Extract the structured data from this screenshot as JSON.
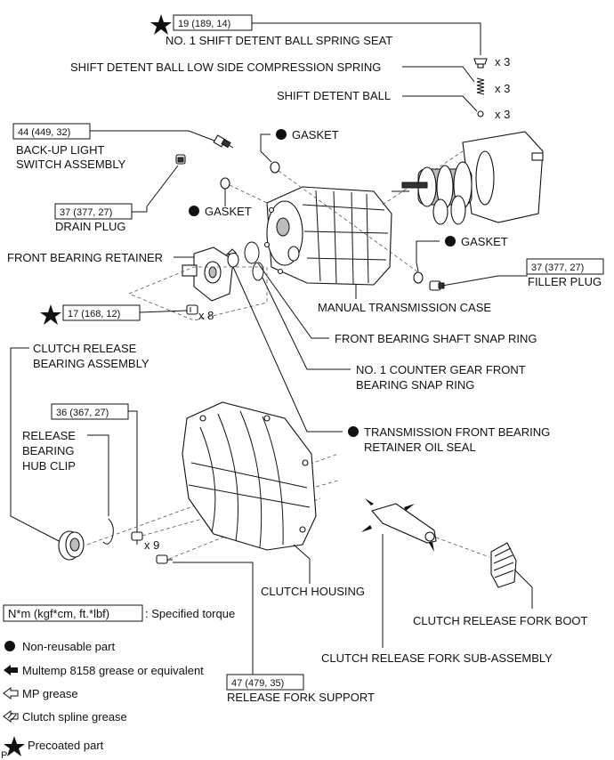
{
  "labels": {
    "spring_seat": "NO. 1 SHIFT DETENT BALL SPRING SEAT",
    "compression_spring": "SHIFT DETENT BALL LOW SIDE COMPRESSION SPRING",
    "detent_ball": "SHIFT DETENT BALL",
    "gasket_top": "GASKET",
    "backup_light_1": "BACK-UP LIGHT",
    "backup_light_2": "SWITCH ASSEMBLY",
    "gasket_left": "GASKET",
    "drain_plug": "DRAIN PLUG",
    "gasket_right": "GASKET",
    "front_bearing_retainer": "FRONT BEARING RETAINER",
    "filler_plug": "FILLER PLUG",
    "manual_transmission_case": "MANUAL TRANSMISSION CASE",
    "front_bearing_shaft_snap_ring": "FRONT BEARING SHAFT SNAP RING",
    "counter_gear_snap_ring_1": "NO. 1 COUNTER GEAR FRONT",
    "counter_gear_snap_ring_2": "BEARING SNAP RING",
    "clutch_release_bearing_1": "CLUTCH RELEASE",
    "clutch_release_bearing_2": "BEARING ASSEMBLY",
    "oil_seal_1": "TRANSMISSION FRONT BEARING",
    "oil_seal_2": "RETAINER OIL SEAL",
    "hub_clip_1": "RELEASE",
    "hub_clip_2": "BEARING",
    "hub_clip_3": "HUB CLIP",
    "clutch_housing": "CLUTCH HOUSING",
    "fork_boot": "CLUTCH RELEASE FORK BOOT",
    "fork_sub_assembly": "CLUTCH RELEASE FORK SUB-ASSEMBLY",
    "release_fork_support": "RELEASE FORK SUPPORT"
  },
  "torques": {
    "spring_seat": "19 (189, 14)",
    "backup_light": "44 (449, 32)",
    "drain_plug": "37 (377, 27)",
    "filler_plug": "37 (377, 27)",
    "retainer_bolt": "17 (168, 12)",
    "housing_bolt": "36 (367, 27)",
    "fork_support": "47 (479, 35)"
  },
  "quantities": {
    "spring_seat": "x 3",
    "spring": "x 3",
    "ball": "x 3",
    "retainer_bolts": "x 8",
    "housing_bolts": "x 9"
  },
  "legend": {
    "torque_box": "N*m (kgf*cm, ft.*lbf)",
    "torque_text": ": Specified torque",
    "non_reusable": "Non-reusable part",
    "multemp": "Multemp 8158 grease or equivalent",
    "mp_grease": "MP grease",
    "spline_grease": "Clutch spline grease",
    "precoated": "Precoated part"
  },
  "corner_mark": "P"
}
